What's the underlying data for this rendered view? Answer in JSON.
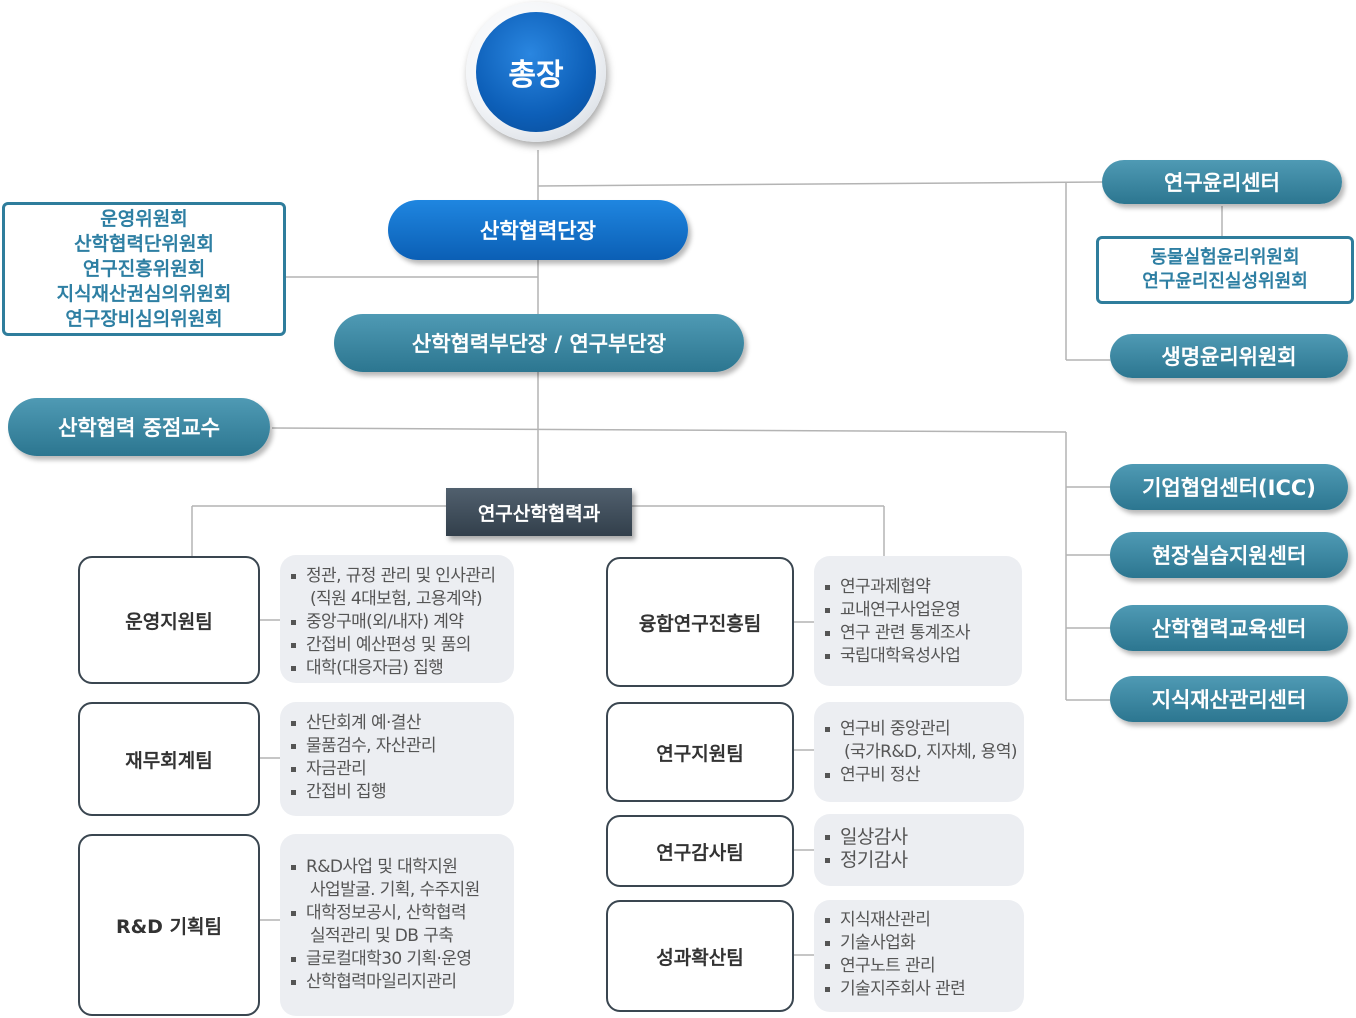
{
  "president": {
    "label": "총장"
  },
  "head": {
    "label": "산학협력단장"
  },
  "deputy": {
    "label": "산학협력부단장 / 연구부단장"
  },
  "committees": [
    "운영위원회",
    "산학협력단위원회",
    "연구진흥위원회",
    "지식재산권심의위원회",
    "연구장비심의위원회"
  ],
  "professor": {
    "label": "산학협력 중점교수"
  },
  "ethics_center": {
    "label": "연구윤리센터"
  },
  "ethics_committees": [
    "동물실험윤리위원회",
    "연구윤리진실성위원회"
  ],
  "bioethics": {
    "label": "생명윤리위원회"
  },
  "centers": [
    "기업협업센터(ICC)",
    "현장실습지원센터",
    "산학협력교육센터",
    "지식재산관리센터"
  ],
  "department": {
    "label": "연구산학협력과"
  },
  "teams_left": [
    {
      "name": "운영지원팀",
      "duties": [
        "정관, 규정 관리 및 인사관리",
        "(직원 4대보험, 고용계약)",
        "중앙구매(외/내자) 계약",
        "간접비 예산편성 및 품의",
        "대학(대응자금) 집행"
      ]
    },
    {
      "name": "재무회계팀",
      "duties": [
        "산단회계 예·결산",
        "물품검수, 자산관리",
        "자금관리",
        "간접비 집행"
      ]
    },
    {
      "name": "R&D 기획팀",
      "duties": [
        "R&D사업  및  대학지원",
        "사업발굴. 기획, 수주지원",
        "대학정보공시, 산학협력",
        "실적관리 및 DB 구축",
        "글로컬대학30 기획·운영",
        "산학협력마일리지관리"
      ]
    }
  ],
  "teams_right": [
    {
      "name": "융합연구진흥팀",
      "duties": [
        "연구과제협약",
        "교내연구사업운영",
        "연구 관련 통계조사",
        "국립대학육성사업"
      ]
    },
    {
      "name": "연구지원팀",
      "duties": [
        "연구비 중앙관리",
        "(국가R&D, 지자체, 용역)",
        "연구비 정산"
      ]
    },
    {
      "name": "연구감사팀",
      "duties": [
        "일상감사",
        "정기감사"
      ]
    },
    {
      "name": "성과확산팀",
      "duties": [
        "지식재산관리",
        "기술사업화",
        "연구노트 관리",
        "기술지주회사 관련"
      ]
    }
  ]
}
